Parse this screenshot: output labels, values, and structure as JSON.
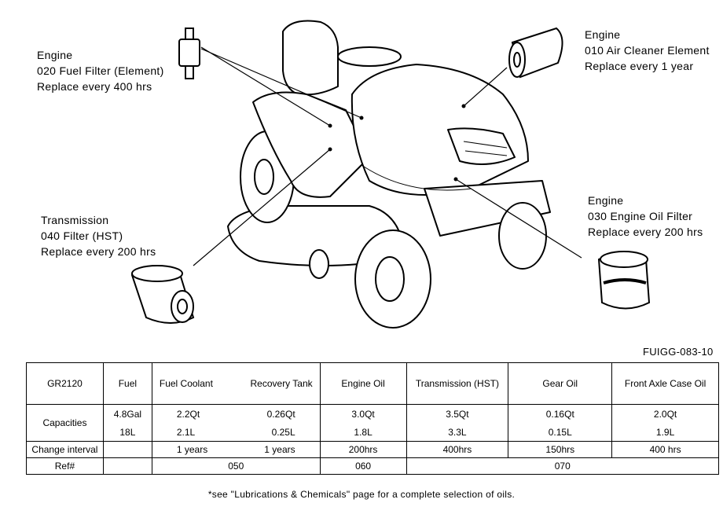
{
  "callouts": {
    "fuel_filter": {
      "line1": "Engine",
      "line2": "020 Fuel Filter (Element)",
      "line3": "Replace every 400 hrs"
    },
    "air_cleaner": {
      "line1": "Engine",
      "line2": "010 Air Cleaner Element",
      "line3": "Replace every 1 year"
    },
    "oil_filter": {
      "line1": "Engine",
      "line2": "030 Engine Oil Filter",
      "line3": "Replace every 200 hrs"
    },
    "transmission_filter": {
      "line1": "Transmission",
      "line2": "040 Filter (HST)",
      "line3": "Replace every 200 hrs"
    }
  },
  "figure_code": "FUIGG-083-10",
  "table": {
    "model": "GR2120",
    "headers": {
      "fuel": "Fuel",
      "fuel_coolant": "Fuel Coolant",
      "recovery_tank": "Recovery Tank",
      "engine_oil": "Engine Oil",
      "transmission": "Transmission (HST)",
      "gear_oil": "Gear Oil",
      "front_axle": "Front Axle Case Oil"
    },
    "capacities_label": "Capacities",
    "capacities_us": {
      "fuel": "4.8Gal",
      "fuel_coolant": "2.2Qt",
      "recovery_tank": "0.26Qt",
      "engine_oil": "3.0Qt",
      "transmission": "3.5Qt",
      "gear_oil": "0.16Qt",
      "front_axle": "2.0Qt"
    },
    "capacities_metric": {
      "fuel": "18L",
      "fuel_coolant": "2.1L",
      "recovery_tank": "0.25L",
      "engine_oil": "1.8L",
      "transmission": "3.3L",
      "gear_oil": "0.15L",
      "front_axle": "1.9L"
    },
    "change_interval_label": "Change interval",
    "change_interval": {
      "fuel": "",
      "fuel_coolant": "1 years",
      "recovery_tank": "1 years",
      "engine_oil": "200hrs",
      "transmission": "400hrs",
      "gear_oil": "150hrs",
      "front_axle": "400 hrs"
    },
    "ref_label": "Ref#",
    "ref": {
      "coolant": "050",
      "engine_oil": "060",
      "gear_group": "070"
    }
  },
  "footnote": "*see \"Lubrications & Chemicals\" page for a complete selection of oils."
}
